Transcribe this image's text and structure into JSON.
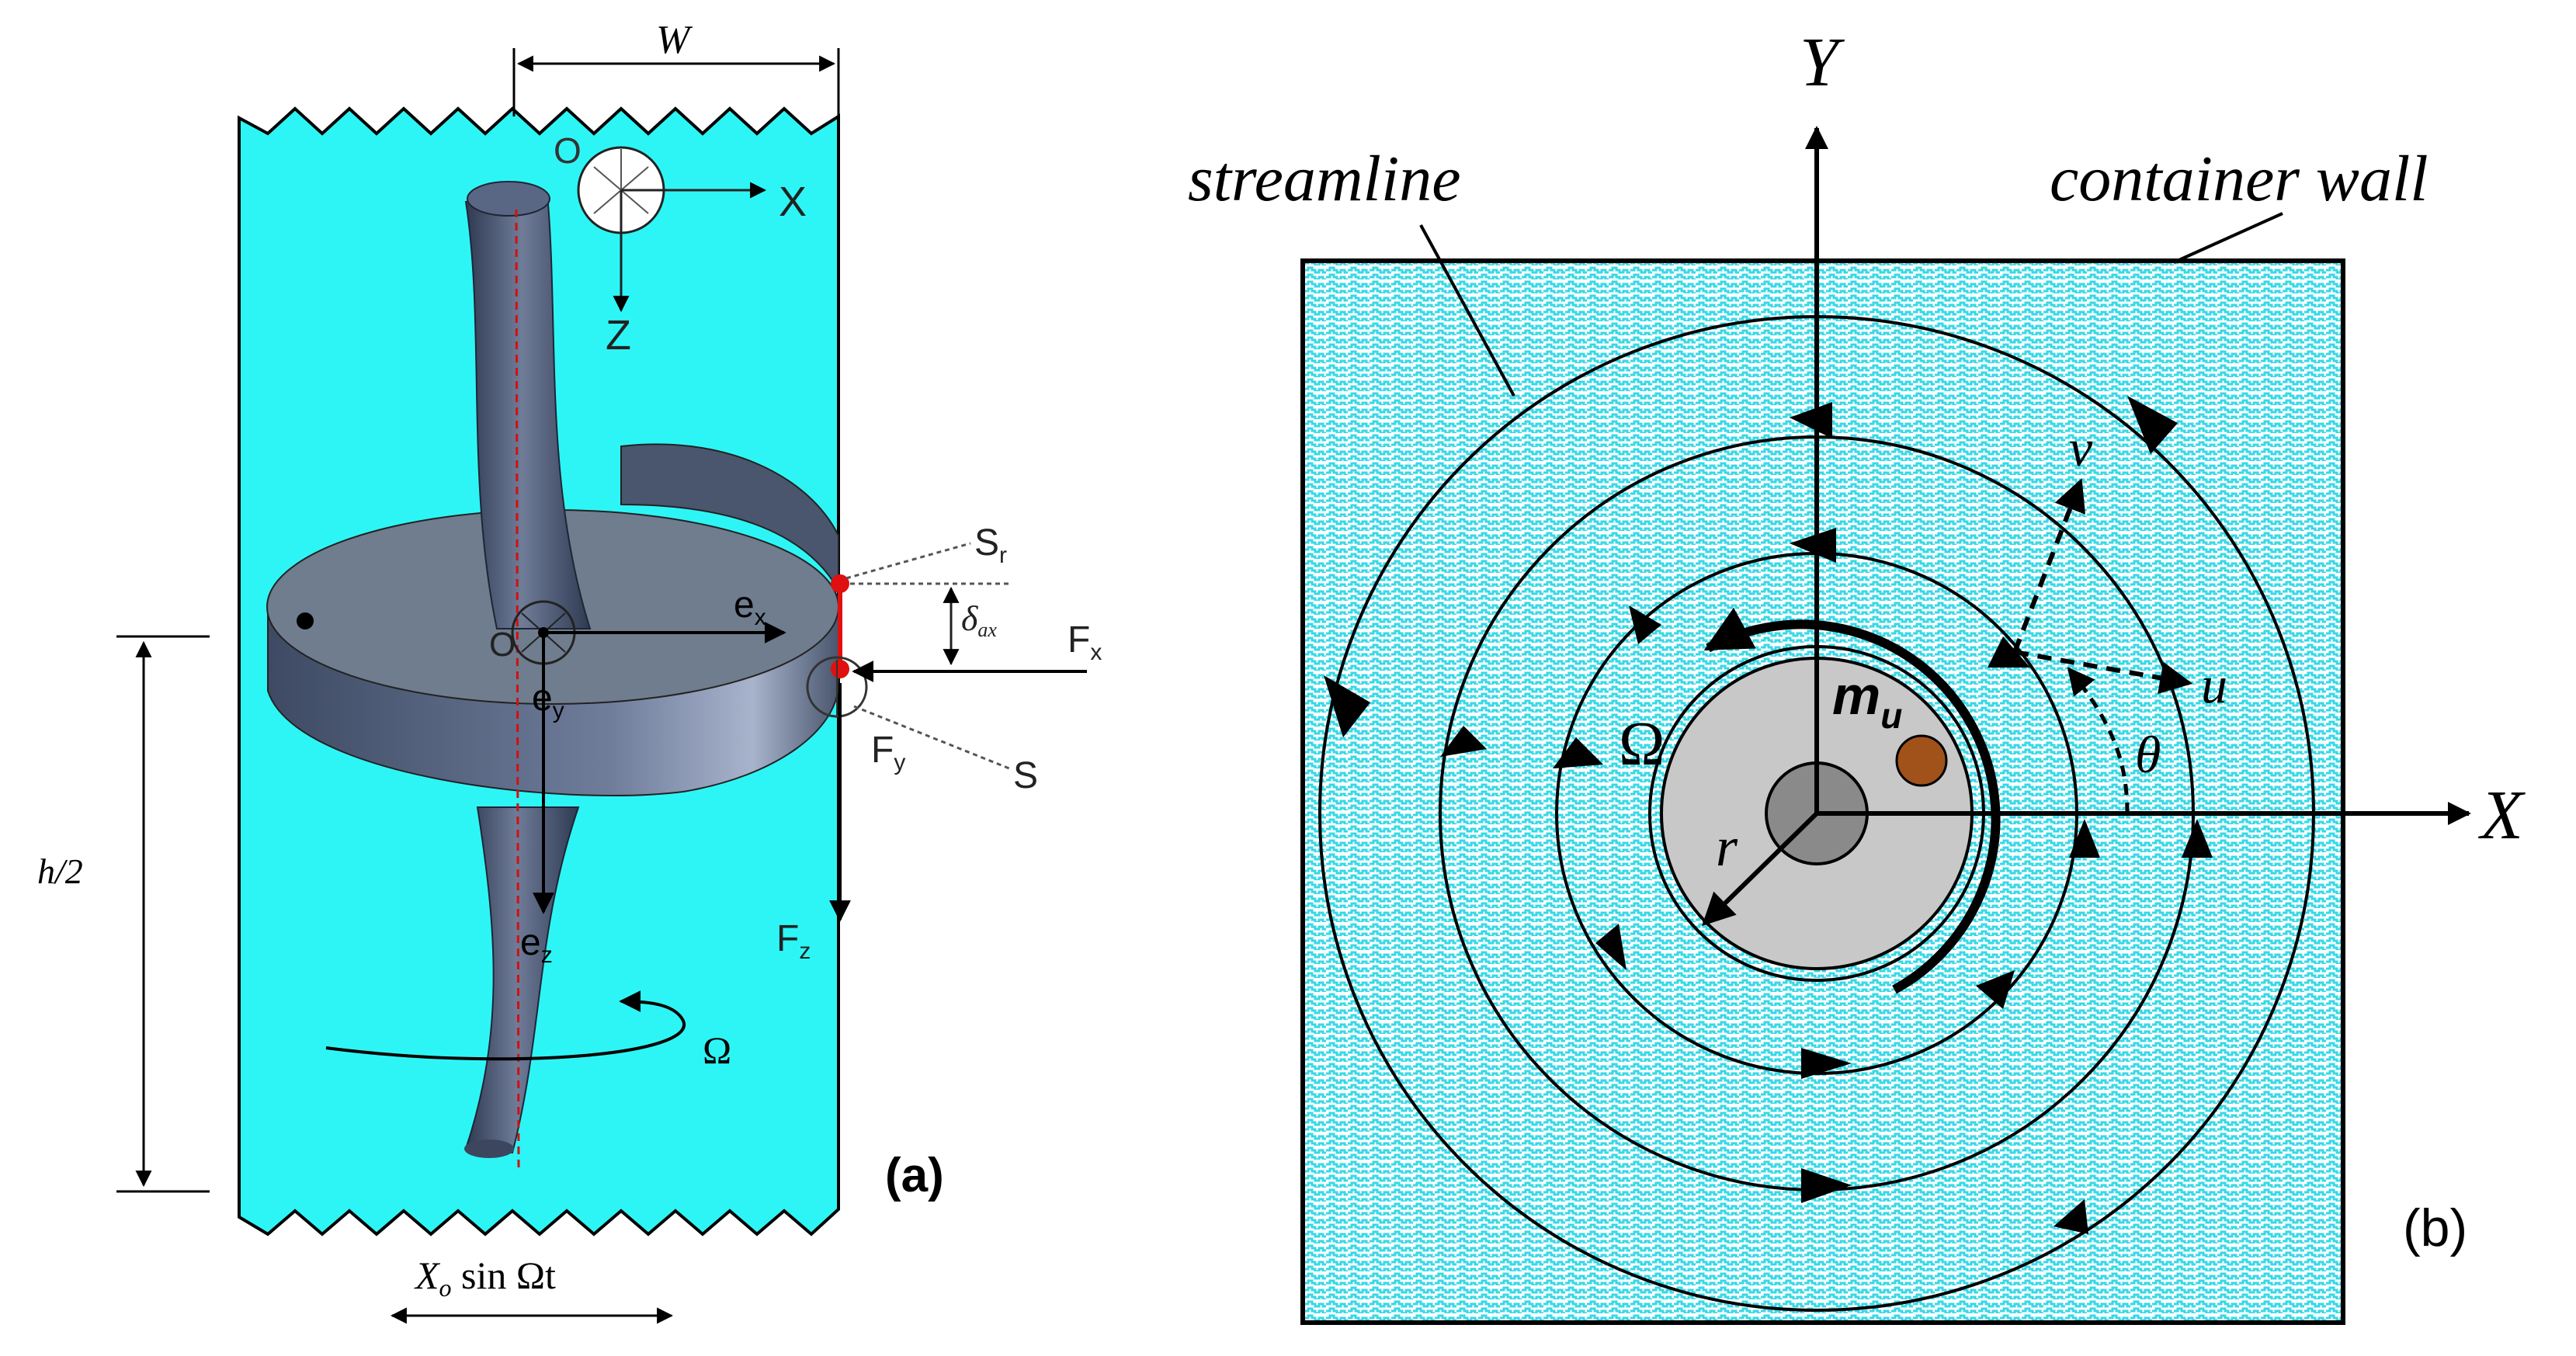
{
  "panel_a": {
    "caption": "(a)",
    "width_label": "W",
    "height_label": "h/2",
    "excitation_label": "X",
    "excitation_sub": "o",
    "excitation_rest": " sin Ωt",
    "axis_x": "X",
    "axis_z": "Z",
    "origin_top": "O",
    "origin_center": "O",
    "e_x": "e",
    "e_x_sub": "x",
    "e_y": "e",
    "e_y_sub": "y",
    "e_z": "e",
    "e_z_sub": "z",
    "S_r": "S",
    "S_r_sub": "r",
    "S": "S",
    "delta": "δ",
    "delta_sub": "ax",
    "F_x": "F",
    "F_x_sub": "x",
    "F_y": "F",
    "F_y_sub": "y",
    "F_z": "F",
    "F_z_sub": "z",
    "omega": "Ω",
    "fluid_color": "#2ef5f5",
    "shaft_color": "#4e5a74",
    "disk_color": "#6f7d8e"
  },
  "panel_b": {
    "caption": "(b)",
    "axis_x": "X",
    "axis_y": "Y",
    "streamline_label": "streamline",
    "wall_label": "container wall",
    "omega": "Ω",
    "mass_label": "m",
    "mass_sub": "u",
    "r_label": "r",
    "u_label": "u",
    "v_label": "v",
    "theta_label": "θ",
    "fluid_pattern_color": "#38d8e6",
    "rotor_color": "#c8c8c8",
    "hub_color": "#8a8a8a",
    "mass_color": "#a0521a"
  }
}
